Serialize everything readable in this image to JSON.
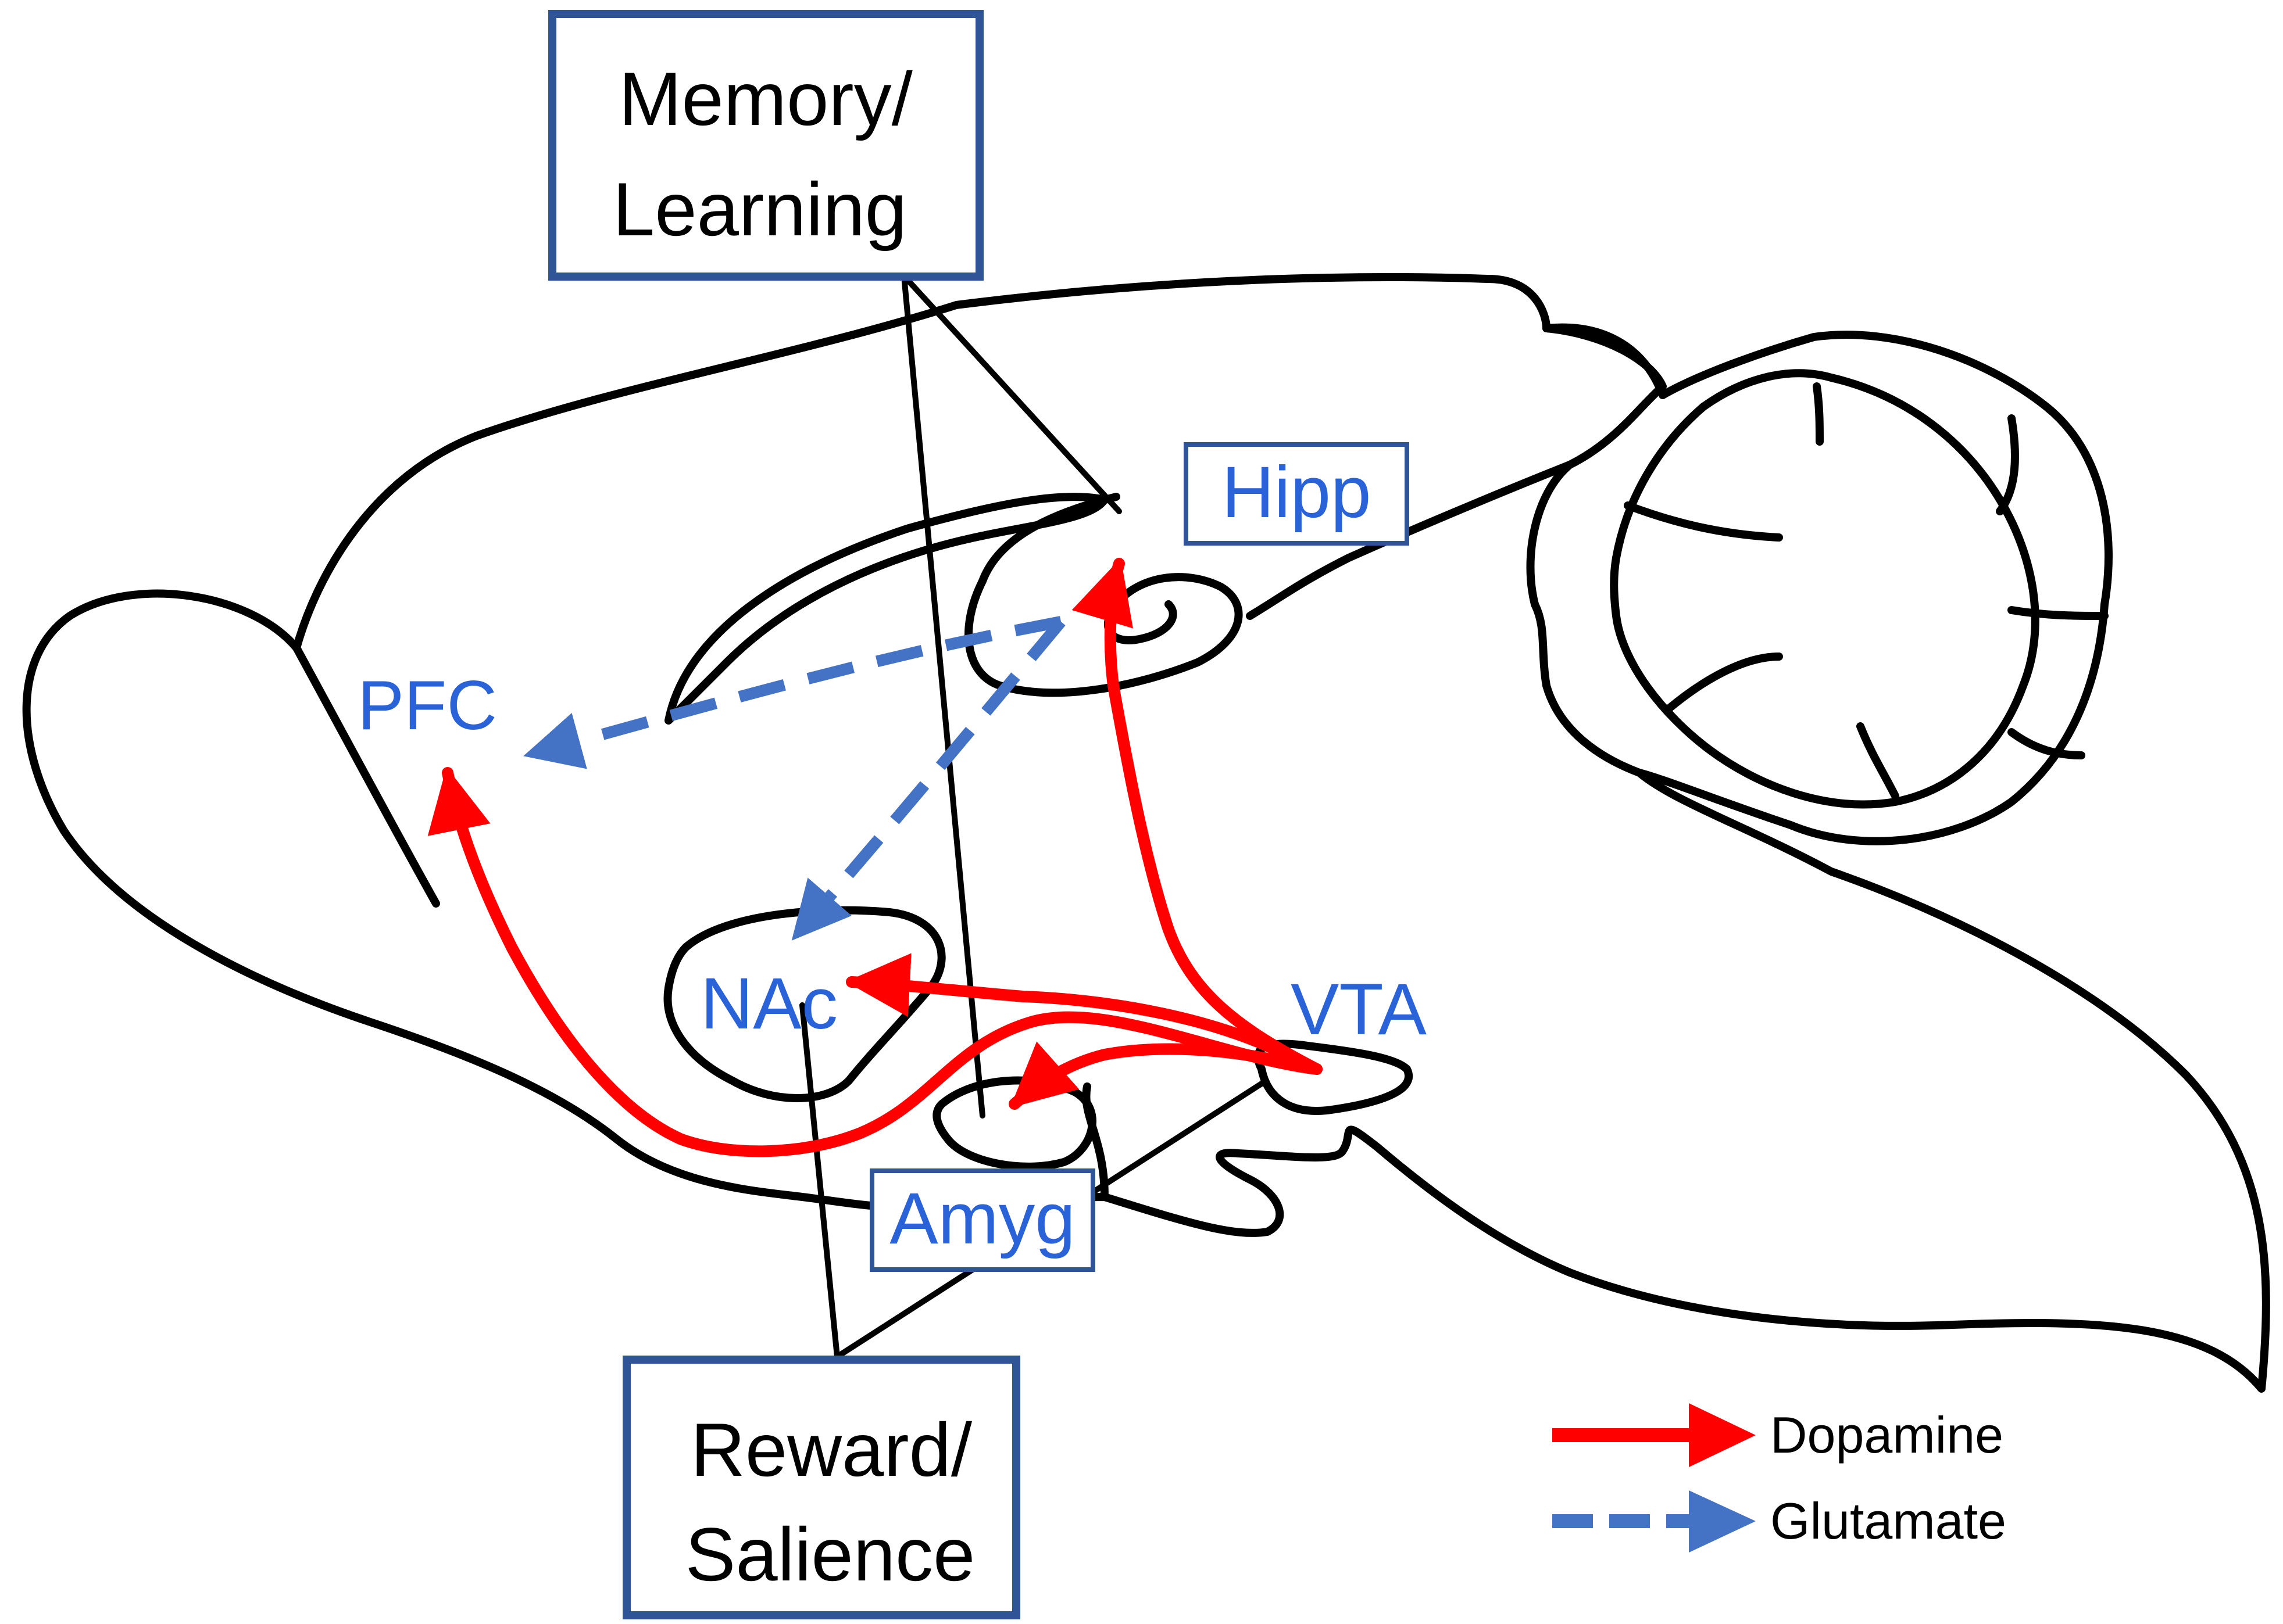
{
  "colors": {
    "dopamine": "#ff0000",
    "glutamate": "#4472c4",
    "region_text": "#2a63d8",
    "box_border": "#2f5597",
    "outline": "#000000"
  },
  "function_boxes": {
    "memory": {
      "line1": "Memory/",
      "line2": "Learning"
    },
    "reward": {
      "line1": "Reward/",
      "line2": "Salience"
    }
  },
  "regions": {
    "pfc": "PFC",
    "hipp": "Hipp",
    "nac": "NAc",
    "vta": "VTA",
    "amyg": "Amyg"
  },
  "pathways": [
    {
      "from": "VTA",
      "to": "PFC",
      "type": "Dopamine"
    },
    {
      "from": "VTA",
      "to": "Hipp",
      "type": "Dopamine"
    },
    {
      "from": "VTA",
      "to": "NAc",
      "type": "Dopamine"
    },
    {
      "from": "VTA",
      "to": "Amyg",
      "type": "Dopamine"
    },
    {
      "from": "Hipp",
      "to": "PFC",
      "type": "Glutamate"
    },
    {
      "from": "Hipp",
      "to": "NAc",
      "type": "Glutamate"
    }
  ],
  "legend": {
    "dopamine": "Dopamine",
    "glutamate": "Glutamate"
  }
}
